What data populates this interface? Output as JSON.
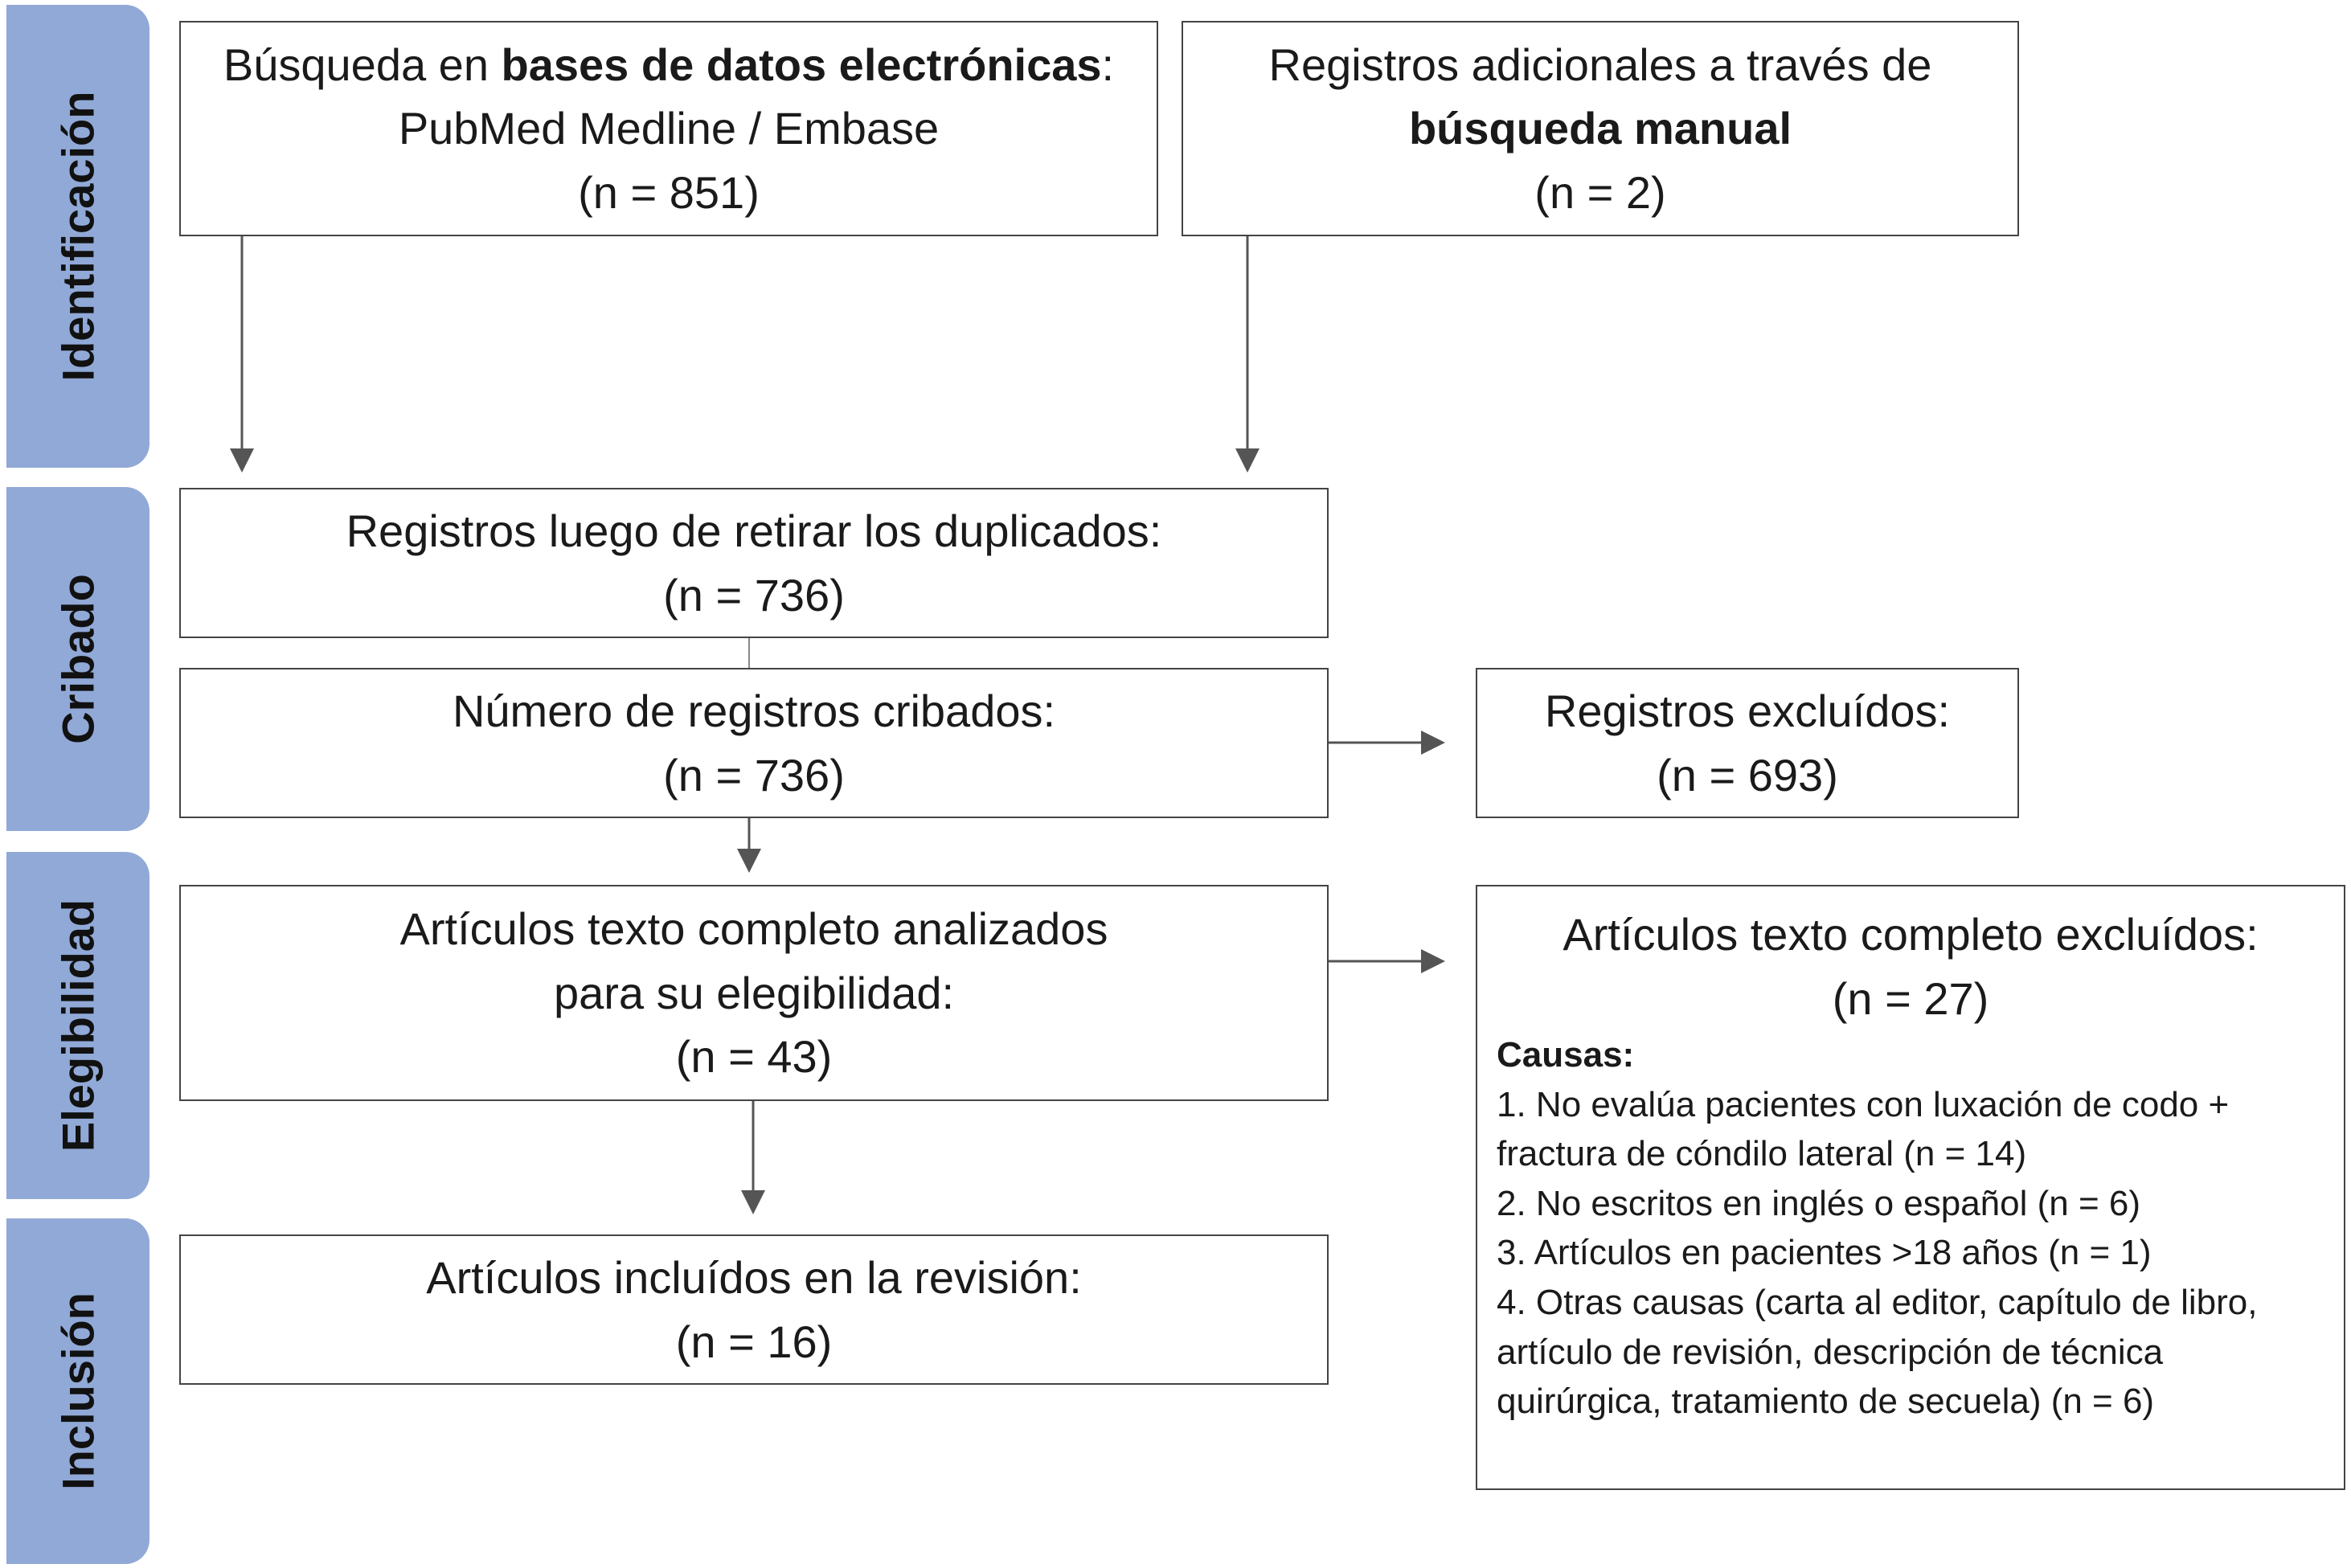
{
  "phases": {
    "identification": "Identificación",
    "screening": "Cribado",
    "eligibility": "Elegibilidad",
    "inclusion": "Inclusión"
  },
  "boxes": {
    "databases": {
      "prefix": "Búsqueda en ",
      "bold": "bases de datos electrónicas",
      "suffix": ":",
      "line2": "PubMed Medline / Embase",
      "count": "(n = 851)"
    },
    "manual": {
      "line1": "Registros adicionales a través de",
      "bold": "búsqueda manual",
      "count": "(n = 2)"
    },
    "deduplicated": {
      "line1": "Registros luego de retirar los duplicados:",
      "count": "(n = 736)"
    },
    "screened": {
      "line1": "Número de registros cribados:",
      "count": "(n = 736)"
    },
    "excluded": {
      "line1": "Registros excluídos:",
      "count": "(n = 693)"
    },
    "fulltext": {
      "line1": "Artículos texto completo analizados",
      "line2": "para su elegibilidad:",
      "count": "(n = 43)"
    },
    "fulltext_excluded": {
      "line1": "Artículos texto completo excluídos:",
      "count": "(n = 27)",
      "causes_header": "Causas:",
      "causes": [
        "1. No evalúa pacientes con luxación de codo +",
        "fractura de cóndilo lateral (n = 14)",
        "2. No escritos en inglés o español (n = 6)",
        "3. Artículos en pacientes >18 años (n = 1)",
        "4. Otras causas (carta al editor, capítulo de libro,",
        "artículo de revisión, descripción de técnica",
        "quirúrgica, tratamiento de secuela) (n = 6)"
      ]
    },
    "included": {
      "line1": "Artículos incluídos en la revisión:",
      "count": "(n = 16)"
    }
  }
}
